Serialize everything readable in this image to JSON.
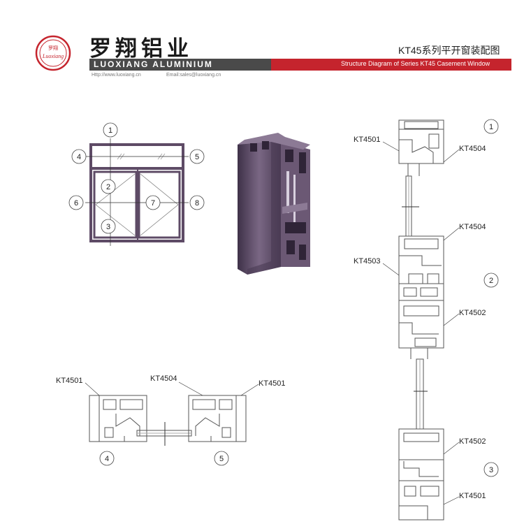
{
  "header": {
    "logo_text_top": "罗翔",
    "logo_text_script": "Luoxiang",
    "brand_cn": "罗翔铝业",
    "brand_en": "LUOXIANG ALUMINIUM",
    "title_cn": "KT45系列平开窗装配图",
    "title_en": "Structure Diagram of Series KT45 Casement Window",
    "website": "Http://www.luoxiang.cn",
    "email": "Email:sales@luoxiang.cn"
  },
  "colors": {
    "accent_red": "#c5242d",
    "dark_bar": "#4a4a4a",
    "frame_purple": "#5e4b66"
  },
  "elevation": {
    "callouts": [
      "1",
      "2",
      "3",
      "4",
      "5",
      "6",
      "7",
      "8"
    ]
  },
  "section_vertical": {
    "labels": [
      "KT4501",
      "KT4504",
      "KT4504",
      "KT4503",
      "KT4502",
      "KT4502",
      "KT4501"
    ],
    "markers": [
      "1",
      "2",
      "3"
    ]
  },
  "section_horizontal": {
    "labels": [
      "KT4501",
      "KT4504",
      "KT4501"
    ],
    "markers": [
      "4",
      "5"
    ]
  }
}
